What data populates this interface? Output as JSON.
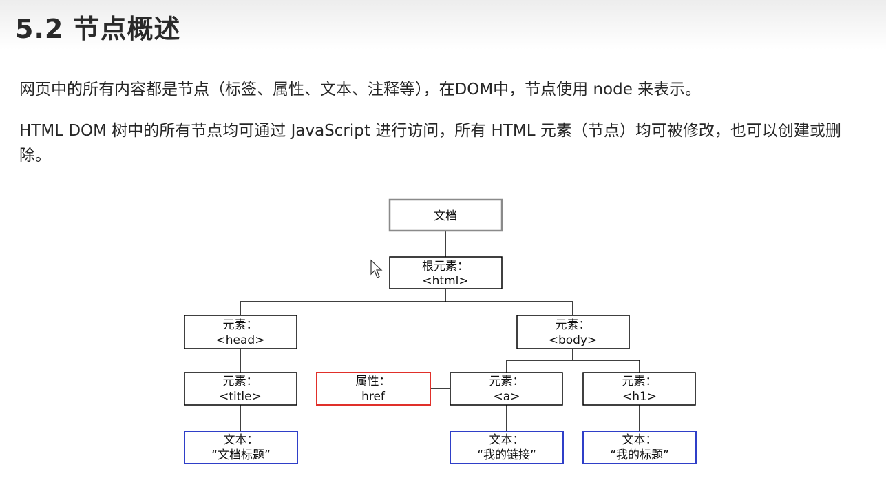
{
  "page": {
    "title": "5.2 节点概述",
    "paragraphs": [
      "网页中的所有内容都是节点（标签、属性、文本、注释等），在DOM中，节点使用 node 来表示。",
      "HTML DOM 树中的所有节点均可通过 JavaScript 进行访问，所有 HTML 元素（节点）均可被修改，也可以创建或删除。"
    ]
  },
  "diagram": {
    "colors": {
      "document_border": "#8a8a8a",
      "element_border": "#000000",
      "attribute_border": "#e0302a",
      "text_border": "#2f3fc8"
    },
    "nodes": {
      "document": {
        "line1": "文档",
        "line2": ""
      },
      "html": {
        "line1": "根元素：",
        "line2": "<html>"
      },
      "head": {
        "line1": "元素：",
        "line2": "<head>"
      },
      "body": {
        "line1": "元素：",
        "line2": "<body>"
      },
      "title": {
        "line1": "元素：",
        "line2": "<title>"
      },
      "attr": {
        "line1": "属性：",
        "line2": "href"
      },
      "a": {
        "line1": "元素：",
        "line2": "<a>"
      },
      "h1": {
        "line1": "元素：",
        "line2": "<h1>"
      },
      "text_title": {
        "line1": "文本：",
        "line2": "“文档标题”"
      },
      "text_link": {
        "line1": "文本：",
        "line2": "“我的链接”"
      },
      "text_heading": {
        "line1": "文本：",
        "line2": "“我的标题”"
      }
    }
  }
}
